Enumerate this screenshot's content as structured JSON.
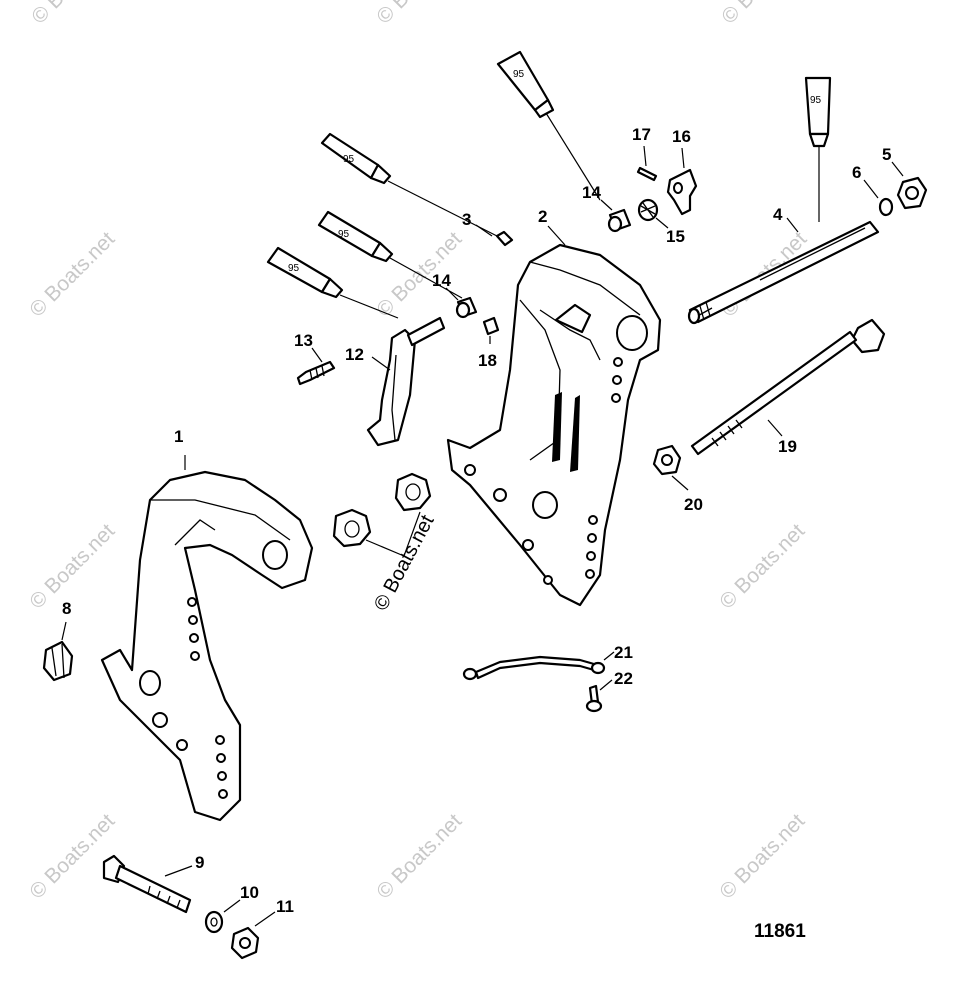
{
  "diagram": {
    "drawing_number": "11861",
    "watermark": "© Boats.net",
    "lubricant_tube_label": "95",
    "callouts": [
      "1",
      "2",
      "3",
      "4",
      "5",
      "6",
      "8",
      "9",
      "10",
      "11",
      "12",
      "13",
      "14",
      "14",
      "15",
      "16",
      "17",
      "18",
      "19",
      "20",
      "21",
      "22"
    ],
    "parts": [
      {
        "callout": "1",
        "name": "port-clamp-bracket"
      },
      {
        "callout": "2",
        "name": "starboard-clamp-bracket"
      },
      {
        "callout": "3",
        "name": "grease-fitting"
      },
      {
        "callout": "4",
        "name": "tilt-tube"
      },
      {
        "callout": "5",
        "name": "tilt-tube-nut"
      },
      {
        "callout": "6",
        "name": "washer"
      },
      {
        "callout": "8",
        "name": "locknut"
      },
      {
        "callout": "9",
        "name": "bolt"
      },
      {
        "callout": "10",
        "name": "washer"
      },
      {
        "callout": "11",
        "name": "locknut"
      },
      {
        "callout": "12",
        "name": "tilt-lock-lever"
      },
      {
        "callout": "13",
        "name": "spring"
      },
      {
        "callout": "14",
        "name": "bushing"
      },
      {
        "callout": "15",
        "name": "spring"
      },
      {
        "callout": "16",
        "name": "tilt-lock-cam"
      },
      {
        "callout": "17",
        "name": "pin"
      },
      {
        "callout": "18",
        "name": "bushing"
      },
      {
        "callout": "19",
        "name": "long-bolt"
      },
      {
        "callout": "20",
        "name": "nut"
      },
      {
        "callout": "21",
        "name": "ground-strap"
      },
      {
        "callout": "22",
        "name": "screw"
      }
    ]
  }
}
